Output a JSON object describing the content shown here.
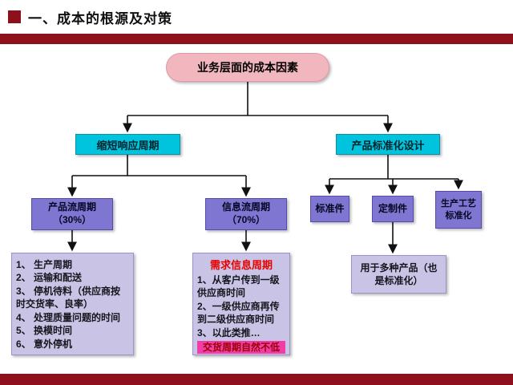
{
  "header": {
    "title": "一、成本的根源及对策"
  },
  "colors": {
    "header_bar": "#8E101C",
    "top_node_bg": "#F2B7BE",
    "branch_bg": "#00C3DE",
    "purple_bg": "#7F76D2",
    "list_bg": "#C9C4E5",
    "highlight_bg": "#F23CA6",
    "red_title_text": "#E80000"
  },
  "diagram": {
    "top_node": "业务层面的成本因素",
    "left_branch": "缩短响应周期",
    "right_branch": "产品标准化设计",
    "product_flow": "产品流周期\n（30%）",
    "info_flow": "信息流周期\n（70%）",
    "standard_part": "标准件",
    "custom_part": "定制件",
    "process_std": "生产工艺标准化",
    "left_list": {
      "items": [
        "1、 生产周期",
        "2、 运输和配送",
        "3、 停机待料（供应商按时交货率、良率）",
        "4、 处理质量问题的时间",
        "5、 换模时间",
        "6、 意外停机"
      ]
    },
    "middle_list": {
      "title": "需求信息周期",
      "items": [
        "1、从客户传到一级供应商时间",
        "2、一级供应商再传到二级供应商时间",
        "3、以此类推…"
      ],
      "highlight": "交货周期自然不低"
    },
    "right_note": "用于多种产品（也是标准化）"
  }
}
